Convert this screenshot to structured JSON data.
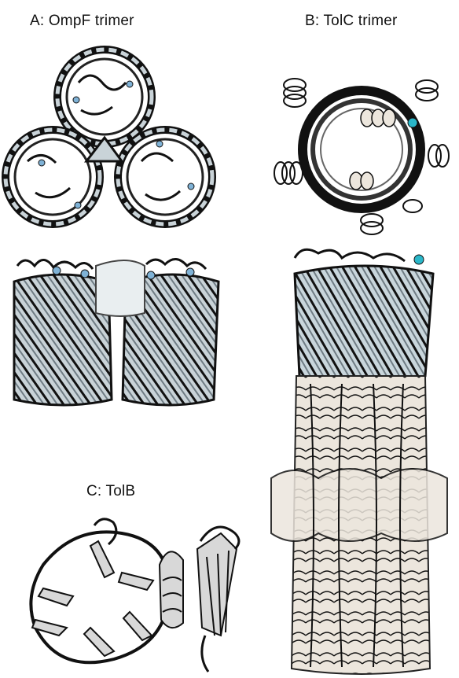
{
  "panels": {
    "a": {
      "title": "A: OmpF trimer"
    },
    "b": {
      "title": "B: TolC trimer"
    },
    "c": {
      "title": "C: TolB"
    }
  },
  "colors": {
    "strand_fill": "#c9d3d8",
    "strand_dark": "#6f7c84",
    "outline": "#111111",
    "accent_blue": "#7fb2d6",
    "accent_cyan": "#2ab7c9",
    "helix_fill": "#ece6dd",
    "tolb_fill": "#d8d8d8"
  }
}
